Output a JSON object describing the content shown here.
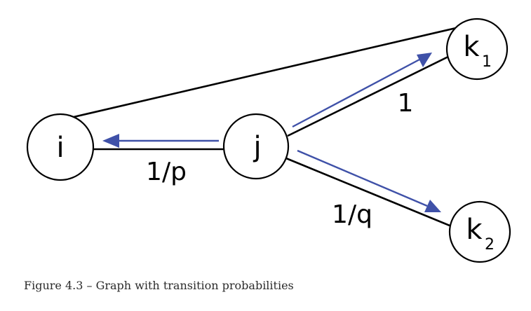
{
  "diagram": {
    "nodes": {
      "i": {
        "label": "i"
      },
      "j": {
        "label": "j"
      },
      "k1": {
        "label": "k",
        "subscript": "1"
      },
      "k2": {
        "label": "k",
        "subscript": "2"
      }
    },
    "edge_labels": {
      "j_i": "1/p",
      "j_k1": "1",
      "j_k2": "1/q"
    },
    "colors": {
      "arrow": "#3f51a8",
      "edge": "#000000"
    }
  },
  "caption": "Figure 4.3 – Graph with transition probabilities"
}
